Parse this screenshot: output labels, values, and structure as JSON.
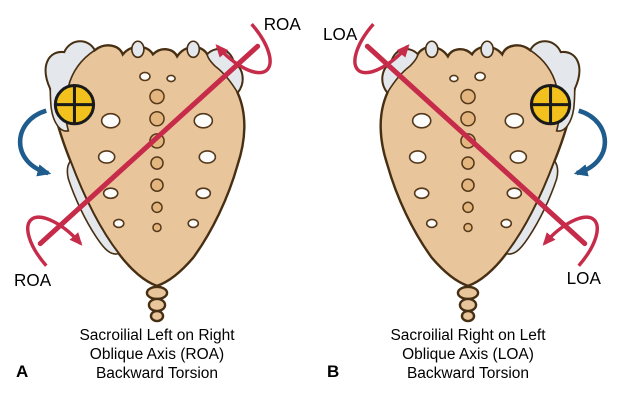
{
  "figure": {
    "background_color": "#ffffff",
    "panels": [
      {
        "panel_label": "A",
        "axis_label_top": "ROA",
        "axis_label_bottom": "ROA",
        "caption": {
          "line1": "Sacroilial Left on Right",
          "line2": "Oblique Axis (ROA)",
          "line3": "Backward Torsion"
        }
      },
      {
        "panel_label": "B",
        "axis_label_top": "LOA",
        "axis_label_bottom": "LOA",
        "caption": {
          "line1": "Sacroilial Right on Left",
          "line2": "Oblique Axis (LOA)",
          "line3": "Backward Torsion"
        }
      }
    ],
    "colors": {
      "axis_red": "#c62b49",
      "rotation_arrow_red": "#c62b49",
      "torsion_arrow_blue": "#1e5c8e",
      "crosshair_yellow": "#f2c11d",
      "bone_fill": "#e9c59c",
      "bone_outline": "#472f13",
      "cartilage_gray": "#e4e8ec",
      "foramen_white": "#fcfcfb"
    },
    "icons": {
      "crosshair-marker-icon": "yellow circle with black cross marking the opposite axis pole",
      "rotation-arrow-top-icon": "red curved arrow circling the upper end of the oblique axis",
      "rotation-arrow-bottom-icon": "red curved arrow circling the lower end of the oblique axis",
      "torsion-arrow-icon": "blue curved arrow indicating backward torsion"
    }
  }
}
